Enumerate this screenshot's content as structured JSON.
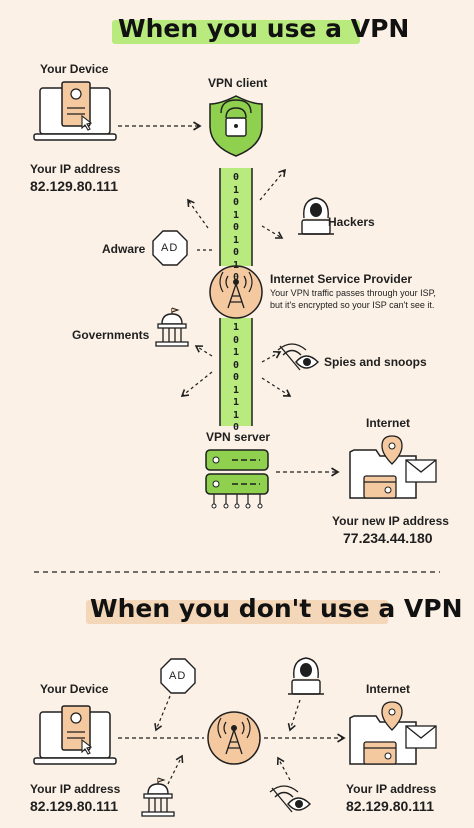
{
  "with_vpn": {
    "title": "When you use a VPN",
    "your_device": "Your Device",
    "vpn_client": "VPN client",
    "your_ip_label": "Your IP address",
    "your_ip": "82.129.80.111",
    "hackers": "Hackers",
    "adware": "Adware",
    "isp_title": "Internet Service Provider",
    "isp_desc_1": "Your VPN traffic passes through your ISP,",
    "isp_desc_2": "but it's encrypted so your ISP can't see it.",
    "governments": "Governments",
    "spies": "Spies and snoops",
    "vpn_server": "VPN server",
    "internet": "Internet",
    "new_ip_label": "Your new IP address",
    "new_ip": "77.234.44.180",
    "binary_top": "010101010",
    "binary_bottom": "101001110"
  },
  "without_vpn": {
    "title": "When you don't use a VPN",
    "your_device": "Your Device",
    "internet": "Internet",
    "your_ip_label": "Your IP address",
    "your_ip": "82.129.80.111",
    "internet_ip_label": "Your IP address",
    "internet_ip": "82.129.80.111"
  },
  "icons": {
    "ad_text": "AD"
  },
  "colors": {
    "background": "#fbf1e6",
    "green_accent": "#8fd14f",
    "green_highlight": "#b8ea7e",
    "peach_accent": "#f4c9a0",
    "outline": "#1f1f1f"
  }
}
